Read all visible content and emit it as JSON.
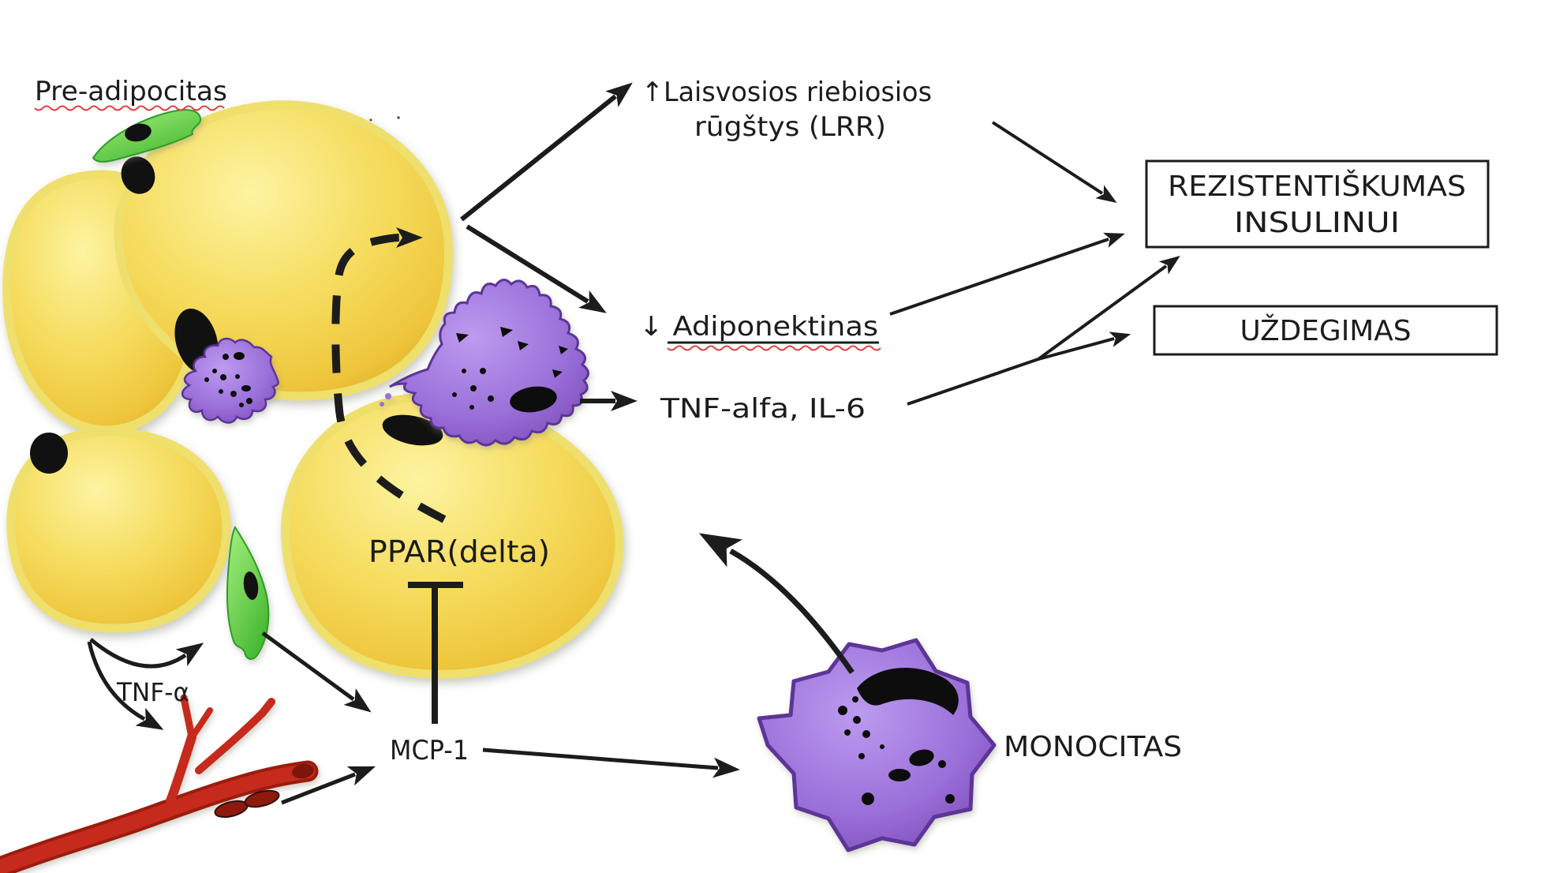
{
  "diagram": {
    "labels": {
      "pre_adipocyte": "Pre-adipocitas",
      "ffa_line1": "↑Laisvosios riebiosios",
      "ffa_line2": "rūgštys (LRR)",
      "adiponectin": "↓ Adiponektinas",
      "tnf_il6": "TNF-alfa, IL-6",
      "ppar": "PPAR(delta)",
      "tnf_alpha": "TNF-α",
      "mcp1": "MCP-1",
      "monocyte": "MONOCITAS"
    },
    "boxes": {
      "insulin_resistance": {
        "line1": "REZISTENTIŠKUMAS",
        "line2": "INSULINUI"
      },
      "inflammation": {
        "label": "UŽDEGIMAS"
      }
    },
    "colors": {
      "adipocyte_fill": "#f3d855",
      "adipocyte_membrane": "#efdf6d",
      "macrophage_purple": "#9468d4",
      "preadipocyte_green": "#55cc3e",
      "vessel_red": "#c5291b",
      "arrow_black": "#1c1c1c",
      "spellcheck_red": "#e04040",
      "background": "#ffffff"
    }
  }
}
